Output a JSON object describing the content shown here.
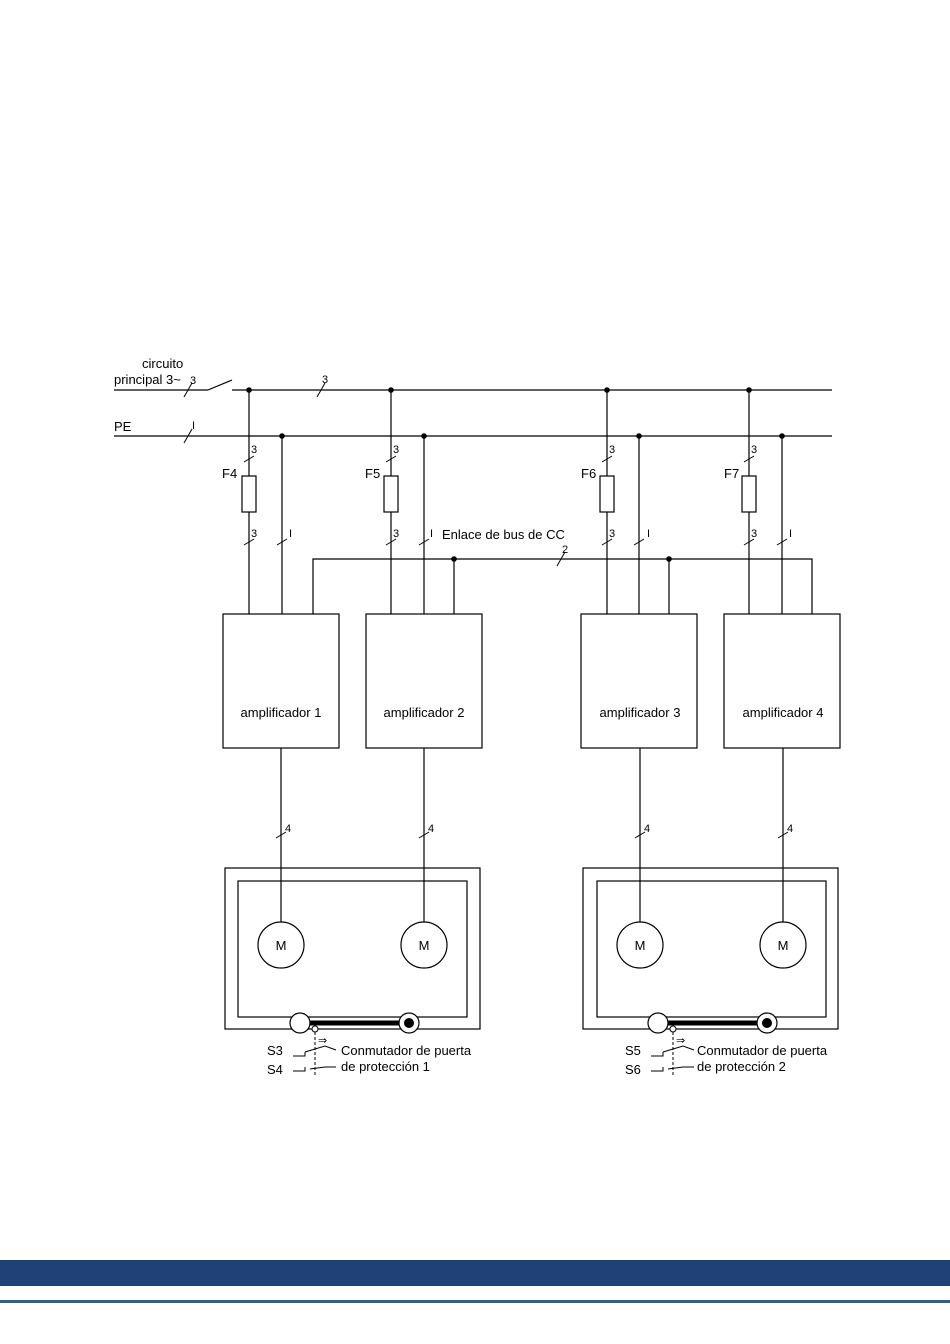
{
  "colors": {
    "footer_bar": "#1f4178",
    "footer_line": "#2b5f96"
  },
  "mains": {
    "label_line1": "circuito",
    "label_line2": "principal 3~",
    "count": "3",
    "bus_count": "3"
  },
  "pe": {
    "label": "PE",
    "count": "I"
  },
  "fuses": [
    {
      "label": "F4",
      "top_count": "3",
      "bottom_count": "3",
      "pe_count": "I"
    },
    {
      "label": "F5",
      "top_count": "3",
      "bottom_count": "3",
      "pe_count": "I"
    },
    {
      "label": "F6",
      "top_count": "3",
      "bottom_count": "3",
      "pe_count": "I"
    },
    {
      "label": "F7",
      "top_count": "3",
      "bottom_count": "3",
      "pe_count": "I"
    }
  ],
  "dc_bus": {
    "label": "Enlace de bus de CC",
    "count": "2"
  },
  "amplifiers": [
    {
      "label": "amplificador 1",
      "motor_count": "4"
    },
    {
      "label": "amplificador 2",
      "motor_count": "4"
    },
    {
      "label": "amplificador 3",
      "motor_count": "4"
    },
    {
      "label": "amplificador 4",
      "motor_count": "4"
    }
  ],
  "motors": [
    "M",
    "M",
    "M",
    "M"
  ],
  "guards": [
    {
      "switch_a": "S3",
      "switch_b": "S4",
      "line1": "Conmutador de puerta",
      "line2": "de protección 1"
    },
    {
      "switch_a": "S5",
      "switch_b": "S6",
      "line1": "Conmutador de puerta",
      "line2": "de protección 2"
    }
  ]
}
